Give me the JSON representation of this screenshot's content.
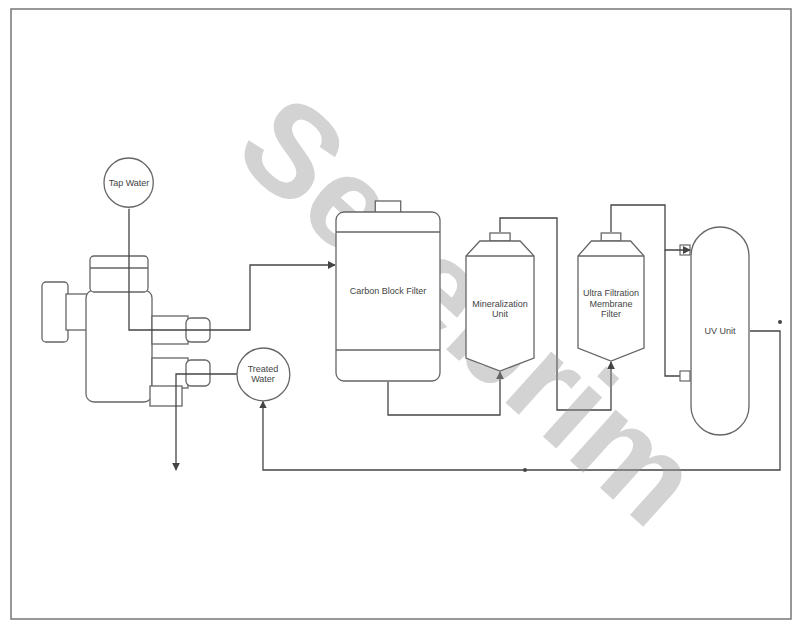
{
  "diagram": {
    "nodes": [
      {
        "text": [
          "Tap Water"
        ]
      },
      {
        "text": [
          "Treated Water"
        ]
      },
      {
        "text": [
          "Carbon Block Filter"
        ]
      },
      {
        "text": [
          "Mineralization Unit"
        ]
      },
      {
        "text": [
          "Ultra Filtration Membrane Filter"
        ]
      },
      {
        "text": [
          "UV Unit"
        ]
      }
    ],
    "edges": [
      {
        "from": 0,
        "to": 2,
        "arrow": "to"
      },
      {
        "from": 2,
        "to": 3,
        "arrow": "to"
      },
      {
        "from": 3,
        "to": 4,
        "arrow": "to"
      },
      {
        "from": 4,
        "to": 5,
        "arrow": "to"
      },
      {
        "from": 5,
        "to": 1,
        "arrow": "to"
      }
    ],
    "labels": [
      "Serebrim"
    ]
  }
}
